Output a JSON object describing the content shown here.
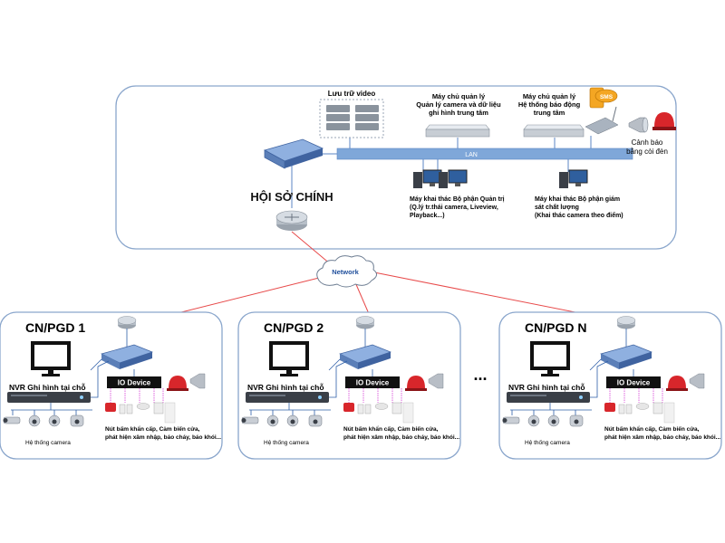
{
  "hq": {
    "title": "HỘI SỞ CHÍNH",
    "storage_label": "Lưu trữ video",
    "lan_label": "LAN",
    "server_mgmt_lines": [
      "Máy chủ quản lý",
      "Quản lý camera và dữ liệu",
      "ghi hình trung tâm"
    ],
    "server_alarm_lines": [
      "Máy chủ quản lý",
      "Hệ thống báo động",
      "trung tâm"
    ],
    "sms_label": "SMS",
    "alert_lines": [
      "Cảnh báo",
      "bằng còi đèn"
    ],
    "ws_admin_lines": [
      "Máy khai thác Bộ phận Quản trị",
      "(Q.lý tr.thái camera, Liveview,",
      "Playback...)"
    ],
    "ws_qc_lines": [
      "Máy khai thác Bộ phận giám",
      "sát chất lượng",
      "(Khai thác camera theo điểm)"
    ]
  },
  "network": {
    "label": "Network"
  },
  "ellipsis": "...",
  "branches": [
    {
      "title": "CN/PGD 1",
      "nvr_label": "NVR Ghi hình tại chỗ",
      "io_label": "IO Device",
      "camera_label": "Hệ thống camera",
      "sensor_lines": [
        "Nút bấm khẩn cấp, Cảm biến cửa,",
        "phát hiện xâm nhập, báo cháy, báo khói..."
      ]
    },
    {
      "title": "CN/PGD 2",
      "nvr_label": "NVR Ghi hình tại chỗ",
      "io_label": "IO Device",
      "camera_label": "Hệ thống camera",
      "sensor_lines": [
        "Nút bấm khẩn cấp, Cảm biến cửa,",
        "phát hiện xâm nhập, báo cháy, báo khói..."
      ]
    },
    {
      "title": "CN/PGD N",
      "nvr_label": "NVR Ghi hình tại chỗ",
      "io_label": "IO Device",
      "camera_label": "Hệ thống camera",
      "sensor_lines": [
        "Nút bấm khẩn cấp, Cảm biến cửa,",
        "phát hiện xâm nhập, báo cháy, báo khói..."
      ]
    }
  ],
  "colors": {
    "lan_bar": "#7fa7d9",
    "link_red": "#e84a4a",
    "box_border": "#8aa6cc",
    "io_box": "#111111",
    "device_dark": "#3a3f47",
    "switch_blue": "#5b7fb8",
    "alarm_red": "#d8262b",
    "sensor_magenta": "#d63bd6",
    "cable_blue": "#2e5fa8"
  }
}
